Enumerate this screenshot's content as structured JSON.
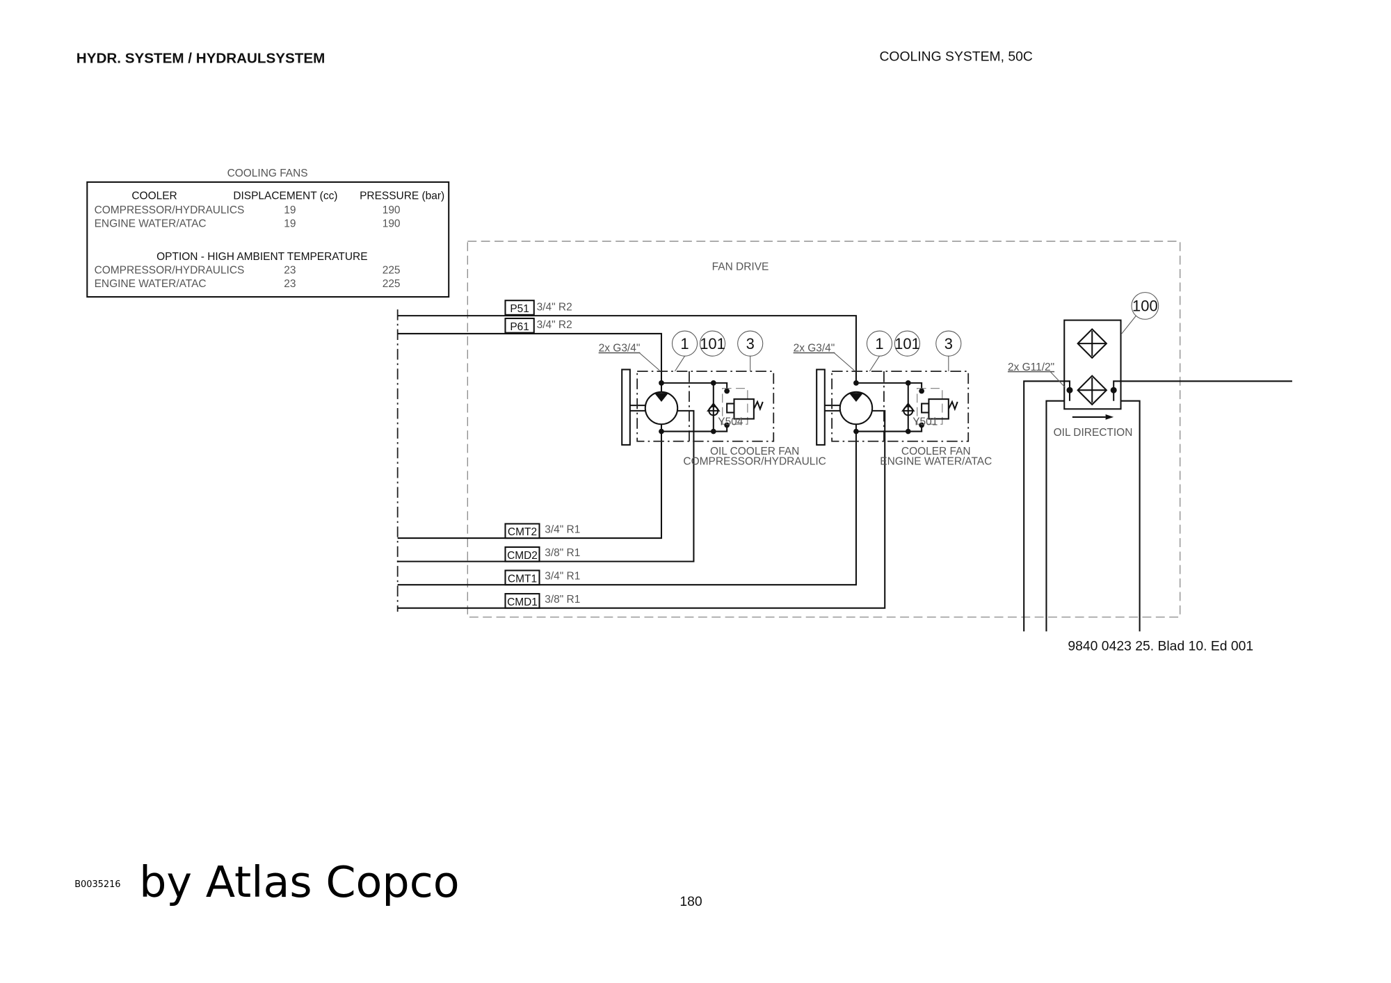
{
  "header": {
    "left": "HYDR. SYSTEM / HYDRAULSYSTEM",
    "right": "COOLING SYSTEM, 50C"
  },
  "table": {
    "title": "COOLING FANS",
    "columns": [
      "COOLER",
      "DISPLACEMENT (cc)",
      "PRESSURE (bar)"
    ],
    "rows": [
      [
        "COMPRESSOR/HYDRAULICS",
        "19",
        "190"
      ],
      [
        "ENGINE WATER/ATAC",
        "19",
        "190"
      ]
    ],
    "option_heading": "OPTION - HIGH AMBIENT TEMPERATURE",
    "option_rows": [
      [
        "COMPRESSOR/HYDRAULICS",
        "23",
        "225"
      ],
      [
        "ENGINE WATER/ATAC",
        "23",
        "225"
      ]
    ]
  },
  "diagram": {
    "fan_drive_label": "FAN DRIVE",
    "ports": [
      {
        "tag": "P51",
        "spec": "3/4\" R2"
      },
      {
        "tag": "P61",
        "spec": "3/4\" R2"
      },
      {
        "tag": "CMT2",
        "spec": "3/4\" R1"
      },
      {
        "tag": "CMD2",
        "spec": "3/8\" R1"
      },
      {
        "tag": "CMT1",
        "spec": "3/4\" R1"
      },
      {
        "tag": "CMD1",
        "spec": "3/8\" R1"
      }
    ],
    "units": [
      {
        "callouts": [
          "1",
          "101",
          "3"
        ],
        "thread": "2x G3/4\"",
        "valve": "Y504",
        "caption1": "OIL COOLER FAN",
        "caption2": "COMPRESSOR/HYDRAULIC"
      },
      {
        "callouts": [
          "1",
          "101",
          "3"
        ],
        "thread": "2x G3/4\"",
        "valve": "Y501",
        "caption1": "COOLER FAN",
        "caption2": "ENGINE WATER/ATAC"
      }
    ],
    "cooler": {
      "callout": "100",
      "thread": "2x G11/2\"",
      "direction_label": "OIL DIRECTION"
    },
    "drawing_number": "9840 0423 25. Blad 10. Ed 001"
  },
  "footer": {
    "code": "B0035216",
    "brand": "by Atlas Copco",
    "page": "180"
  }
}
